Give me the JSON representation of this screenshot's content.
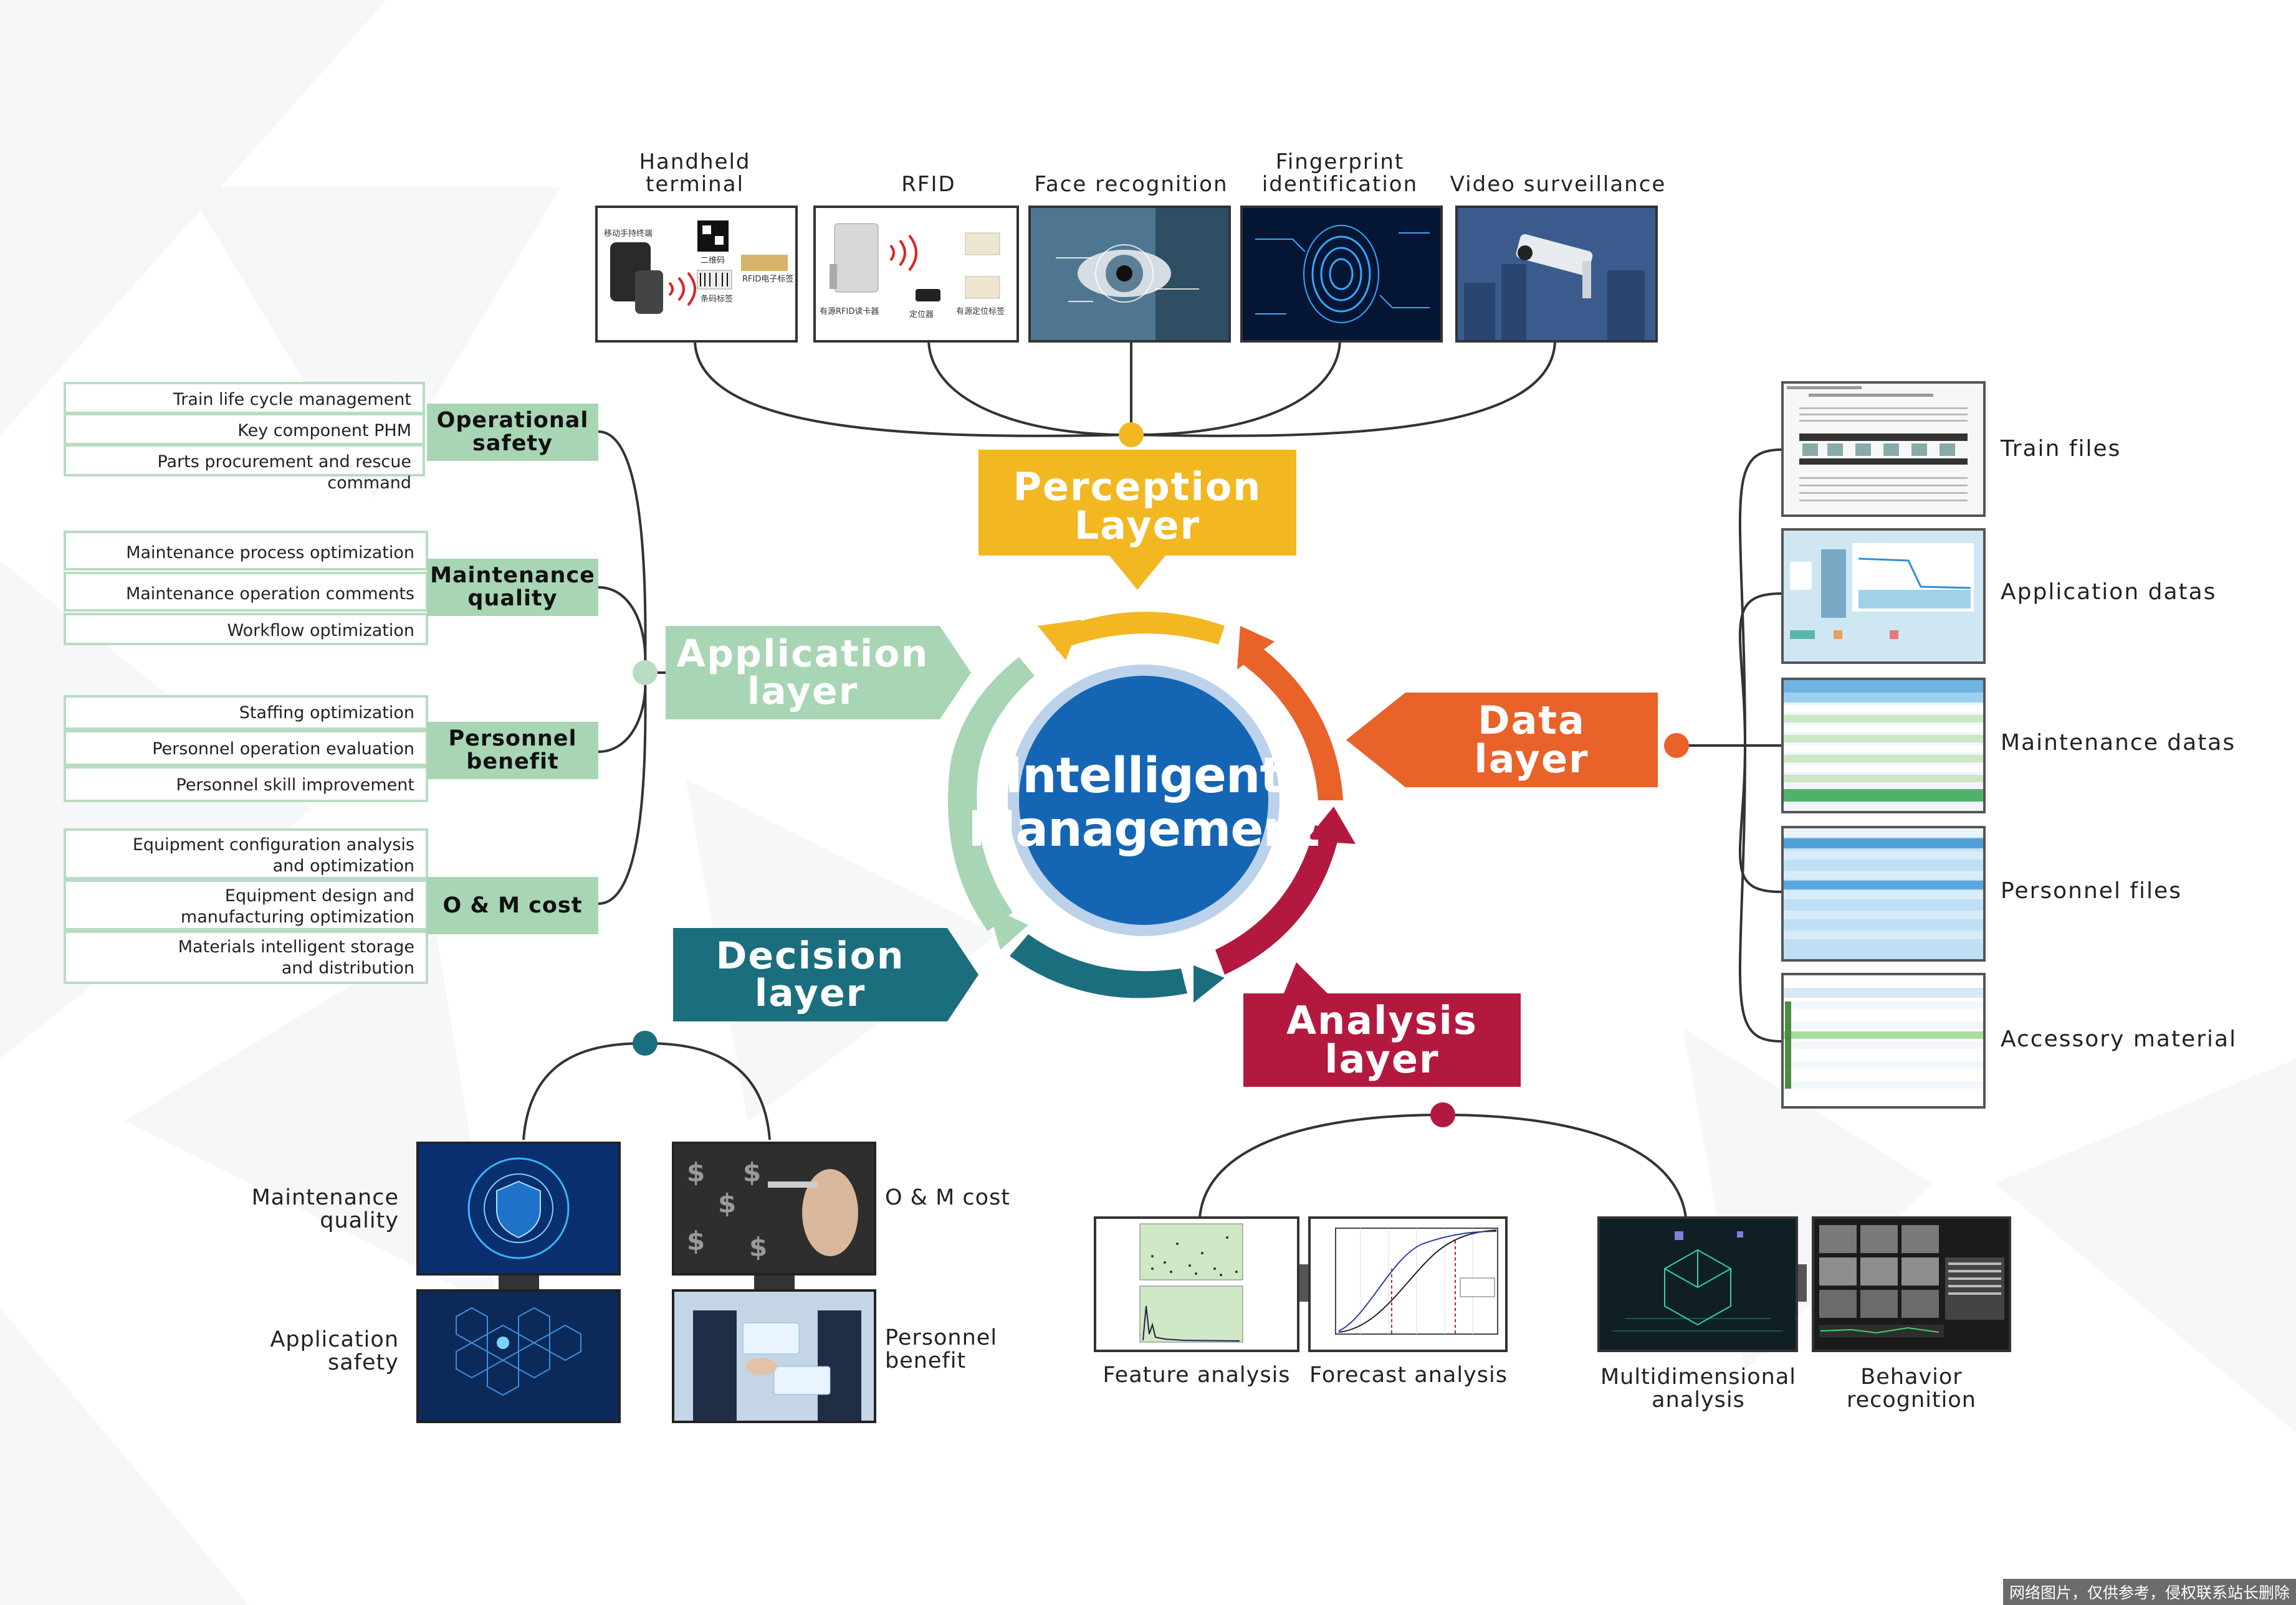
{
  "center": {
    "line1": "Intelligent",
    "line2": "Management"
  },
  "layers": {
    "perception": {
      "line1": "Perception",
      "line2": "Layer"
    },
    "data": {
      "line1": "Data",
      "line2": "layer"
    },
    "analysis": {
      "line1": "Analysis",
      "line2": "layer"
    },
    "decision": {
      "line1": "Decision",
      "line2": "layer"
    },
    "application": {
      "line1": "Application",
      "line2": "layer"
    }
  },
  "colors": {
    "perception": "#f2b721",
    "data": "#e8622a",
    "analysis": "#b3193f",
    "decision": "#1b6e7e",
    "application": "#a8d5b4",
    "center": "#1565b5"
  },
  "perception_items": [
    {
      "line1": "Handheld",
      "line2": "terminal"
    },
    {
      "line1": "",
      "line2": "RFID"
    },
    {
      "line1": "",
      "line2": "Face recognition"
    },
    {
      "line1": "Fingerprint",
      "line2": "identification"
    },
    {
      "line1": "",
      "line2": "Video surveillance"
    }
  ],
  "perception_thumbs": {
    "handheld": {
      "t1": "移动手持终端",
      "t2": "二维码",
      "t3": "RFID电子标签",
      "t4": "条码标签"
    },
    "rfid": {
      "t1": "有源RFID读卡器",
      "t2": "定位器",
      "t3": "有源定位标签"
    }
  },
  "data_items": [
    "Train files",
    "Application datas",
    "Maintenance datas",
    "Personnel files",
    "Accessory material"
  ],
  "application_groups": [
    {
      "title1": "Operational",
      "title2": "safety",
      "items": [
        "Train life cycle management",
        "Key component PHM",
        "Parts procurement and rescue command"
      ]
    },
    {
      "title1": "Maintenance",
      "title2": "quality",
      "items": [
        "Maintenance process optimization",
        "Maintenance operation comments",
        "Workflow optimization"
      ]
    },
    {
      "title1": "Personnel",
      "title2": "benefit",
      "items": [
        "Staffing optimization",
        "Personnel operation evaluation",
        "Personnel skill improvement"
      ]
    },
    {
      "title1": "O & M cost",
      "title2": "",
      "items": [
        [
          "Equipment configuration analysis",
          "and optimization"
        ],
        [
          "Equipment design and",
          "manufacturing optimization"
        ],
        [
          "Materials intelligent storage",
          "and distribution"
        ]
      ]
    }
  ],
  "decision_items": {
    "mq": {
      "line1": "Maintenance",
      "line2": "quality"
    },
    "om": {
      "line1": "O & M cost"
    },
    "as": {
      "line1": "Application",
      "line2": "safety"
    },
    "pb": {
      "line1": "Personnel",
      "line2": "benefit"
    }
  },
  "analysis_items": [
    {
      "line1": "Feature analysis",
      "line2": ""
    },
    {
      "line1": "Forecast analysis",
      "line2": ""
    },
    {
      "line1": "Multidimensional",
      "line2": "analysis"
    },
    {
      "line1": "Behavior",
      "line2": "recognition"
    }
  ],
  "watermark": "网络图片，仅供参考，侵权联系站长删除"
}
